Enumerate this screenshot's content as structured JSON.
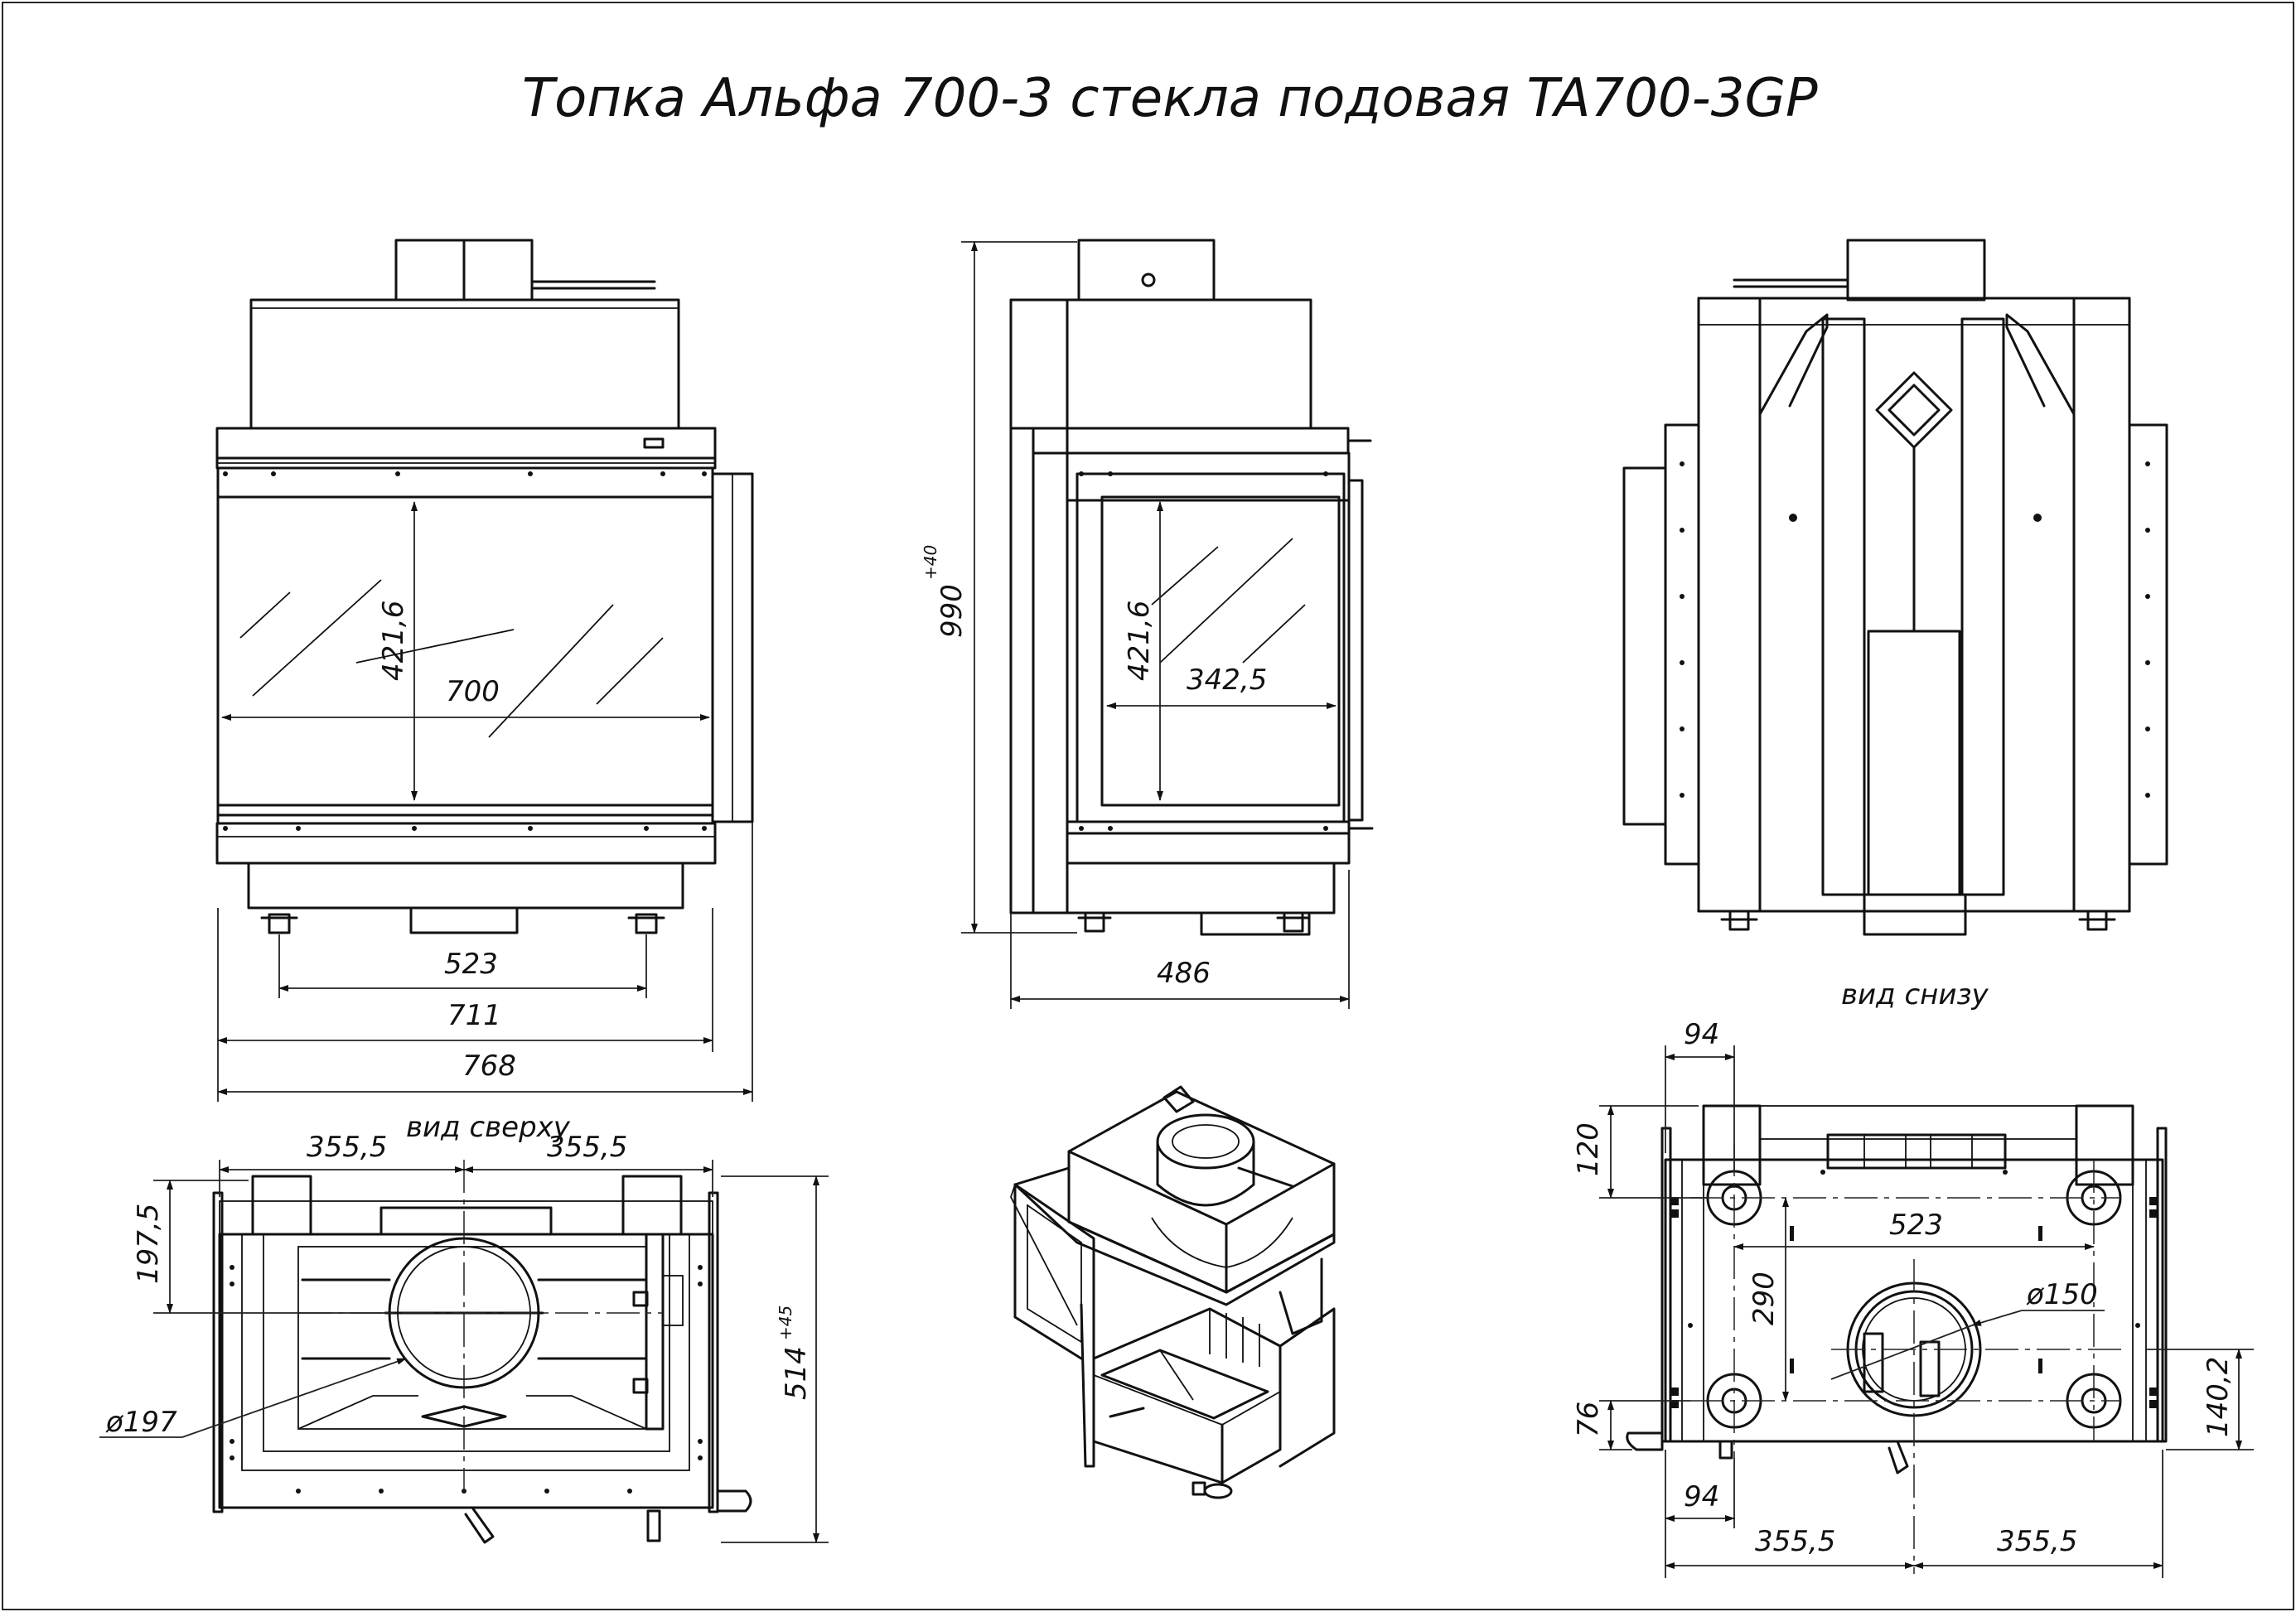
{
  "title": "Топка Альфа 700-3 стекла подовая TA700-3GP",
  "front_view": {
    "glass_height": "421,6",
    "glass_width": "700",
    "feet_spacing": "523",
    "body_width": "711",
    "overall_width": "768"
  },
  "side_view": {
    "overall_height": "990",
    "overall_height_tolerance": "+40",
    "glass_height": "421,6",
    "glass_width": "342,5",
    "depth": "486"
  },
  "bottom_view": {
    "caption": "вид снизу",
    "offset_left": "94",
    "offset_top": "120",
    "feet_spacing": "523",
    "feet_depth": "290",
    "inlet_diameter": "ø150",
    "offset_front": "76",
    "inlet_position": "140,2",
    "offset_left_bottom": "94",
    "half_width_left": "355,5",
    "half_width_right": "355,5"
  },
  "top_view": {
    "caption": "вид сверху",
    "half_width_left": "355,5",
    "half_width_right": "355,5",
    "flue_offset": "197,5",
    "flue_diameter": "ø197",
    "depth": "514",
    "depth_tolerance": "+45"
  }
}
